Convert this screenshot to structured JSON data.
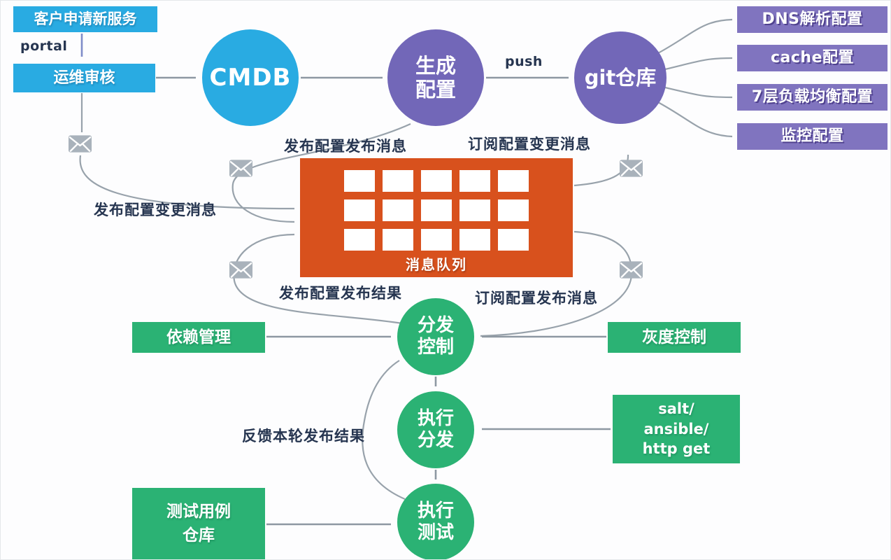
{
  "colors": {
    "blue": "#29abe2",
    "purple_circle": "#7267b8",
    "purple_box": "#8074bf",
    "orange": "#d8511d",
    "green": "#2bb274",
    "wire_gray": "#98a2ab",
    "label_text": "#263550"
  },
  "flow": {
    "customer_request": "客户申请新服务",
    "portal": "portal",
    "ops_review": "运维审核",
    "cmdb": "CMDB",
    "generate_config": [
      "生成",
      "配置"
    ],
    "push": "push",
    "git_repo": "git仓库"
  },
  "config_outputs": [
    "DNS解析配置",
    "cache配置",
    "7层负载均衡配置",
    "监控配置"
  ],
  "message_queue": {
    "label": "消息队列",
    "grid": {
      "rows": 3,
      "cols": 5
    }
  },
  "edge_labels": {
    "publish_release_message": "发布配置发布消息",
    "subscribe_change_message": "订阅配置变更消息",
    "publish_change_message": "发布配置变更消息",
    "publish_release_result": "发布配置发布结果",
    "subscribe_release_message": "订阅配置发布消息",
    "feedback_result": "反馈本轮发布结果"
  },
  "pipeline": {
    "dispatch_control": [
      "分发",
      "控制"
    ],
    "exec_dispatch": [
      "执行",
      "分发"
    ],
    "exec_test": [
      "执行",
      "测试"
    ],
    "dependency_mgmt": "依赖管理",
    "gray_control": "灰度控制",
    "exec_tools": [
      "salt/",
      "ansible/",
      "http get"
    ],
    "test_case_repo": [
      "测试用例",
      "仓库"
    ]
  }
}
